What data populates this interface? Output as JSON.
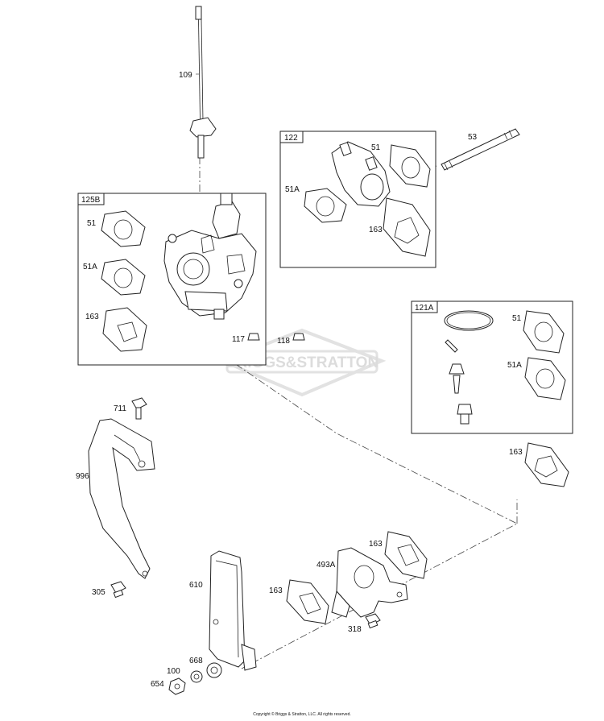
{
  "watermark": "BRIGGS&STRATTON",
  "copyright": "Copyright © Briggs & Stratton, LLC. All rights reserved.",
  "boxes": {
    "box_122": "122",
    "box_125b": "125B",
    "box_121a": "121A"
  },
  "labels": {
    "p109": "109",
    "p53": "53",
    "b122_51": "51",
    "b122_51a": "51A",
    "b122_163": "163",
    "b125_51": "51",
    "b125_51a": "51A",
    "b125_163": "163",
    "p117": "117",
    "p118": "118",
    "b121_51": "51",
    "b121_51a": "51A",
    "p163_right": "163",
    "p711": "711",
    "p996": "996",
    "p305": "305",
    "p610": "610",
    "p163_lower": "163",
    "p493a": "493A",
    "p163_lower2": "163",
    "p318": "318",
    "p668": "668",
    "p100": "100",
    "p654": "654"
  }
}
